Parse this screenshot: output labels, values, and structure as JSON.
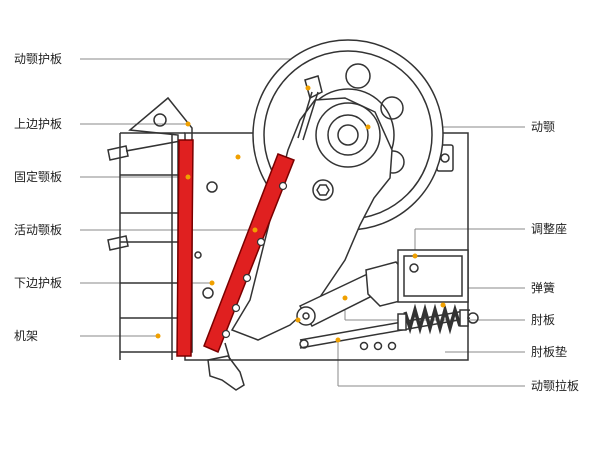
{
  "labels": {
    "left": [
      {
        "key": "movable_jaw_guard",
        "text": "动颚护板"
      },
      {
        "key": "upper_side_guard",
        "text": "上边护板"
      },
      {
        "key": "fixed_jaw_plate",
        "text": "固定颚板"
      },
      {
        "key": "movable_jaw_plate",
        "text": "活动颚板"
      },
      {
        "key": "lower_side_guard",
        "text": "下边护板"
      },
      {
        "key": "frame",
        "text": "机架"
      }
    ],
    "right": [
      {
        "key": "movable_jaw",
        "text": "动颚"
      },
      {
        "key": "adjusting_seat",
        "text": "调整座"
      },
      {
        "key": "spring",
        "text": "弹簧"
      },
      {
        "key": "toggle_plate",
        "text": "肘板"
      },
      {
        "key": "toggle_plate_pad",
        "text": "肘板垫"
      },
      {
        "key": "jaw_tie_rod",
        "text": "动颚拉板"
      }
    ]
  },
  "colors": {
    "line": "#333333",
    "leader": "#8a8a8a",
    "jaw_plate": "#e02020",
    "marker": "#f0a000"
  }
}
